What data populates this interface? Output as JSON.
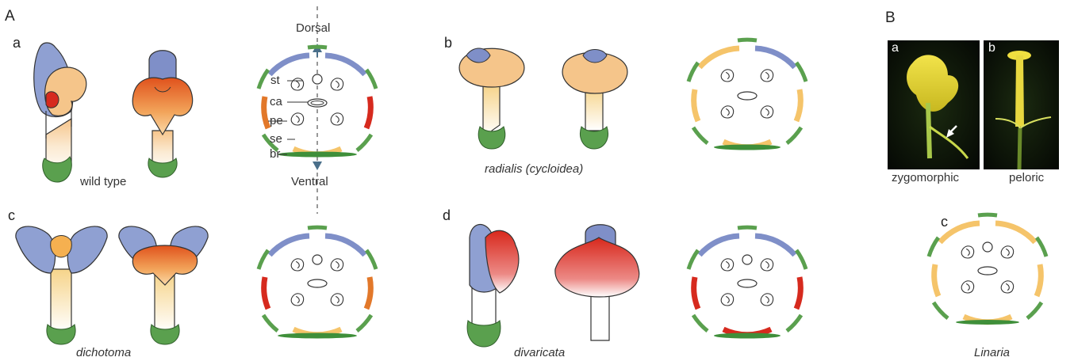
{
  "figure": {
    "panel_A": "A",
    "panel_B": "B"
  },
  "panels": {
    "a": {
      "letter": "a",
      "caption": "wild type"
    },
    "b": {
      "letter": "b",
      "caption": "radialis (cycloidea)"
    },
    "c": {
      "letter": "c",
      "caption": "dichotoma"
    },
    "d": {
      "letter": "d",
      "caption": "divaricata"
    }
  },
  "floral_diagram": {
    "dorsal": "Dorsal",
    "ventral": "Ventral",
    "labels": [
      "st",
      "ca",
      "pe",
      "se",
      "br"
    ]
  },
  "photos": {
    "left": {
      "letter": "a",
      "caption": "zygomorphic"
    },
    "right": {
      "letter": "b",
      "caption": "peloric"
    }
  },
  "linaria": {
    "letter": "c",
    "caption": "Linaria"
  },
  "colors": {
    "dorsal_petal": "#7f8fc8",
    "lateral_petal": "#d62a1e",
    "orange_petal": "#e2782a",
    "ventral_petal": "#f5c46a",
    "sepal": "#5aa04e",
    "bract": "#3f8f3a",
    "axis": "#4a6f8a"
  }
}
